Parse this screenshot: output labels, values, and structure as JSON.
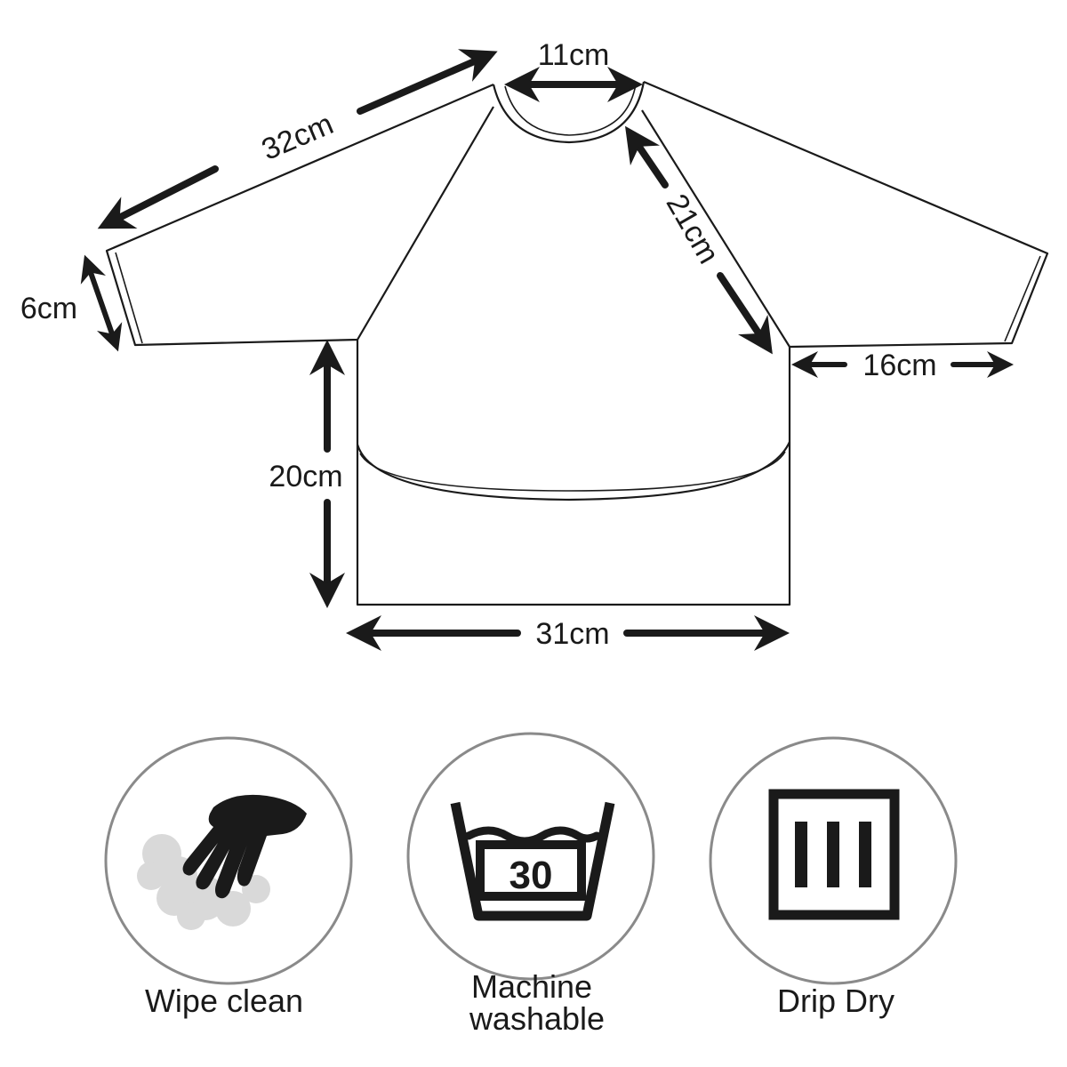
{
  "dimensions": {
    "neck": "11cm",
    "sleeve_length": "32cm",
    "raglan": "21cm",
    "cuff": "6cm",
    "upper_arm": "16cm",
    "pocket_height": "20cm",
    "bottom_width": "31cm"
  },
  "care": [
    {
      "icon": "wiping-hand-icon",
      "label_lines": [
        "Wipe clean"
      ]
    },
    {
      "icon": "wash-basin-icon",
      "badge": "30",
      "label_lines": [
        "Machine",
        "washable"
      ]
    },
    {
      "icon": "drip-dry-icon",
      "label_lines": [
        "Drip Dry"
      ]
    }
  ],
  "colors": {
    "ink": "#1a1a1a",
    "circle_stroke": "#8a8a8a",
    "cloud": "#d9d9d9"
  }
}
